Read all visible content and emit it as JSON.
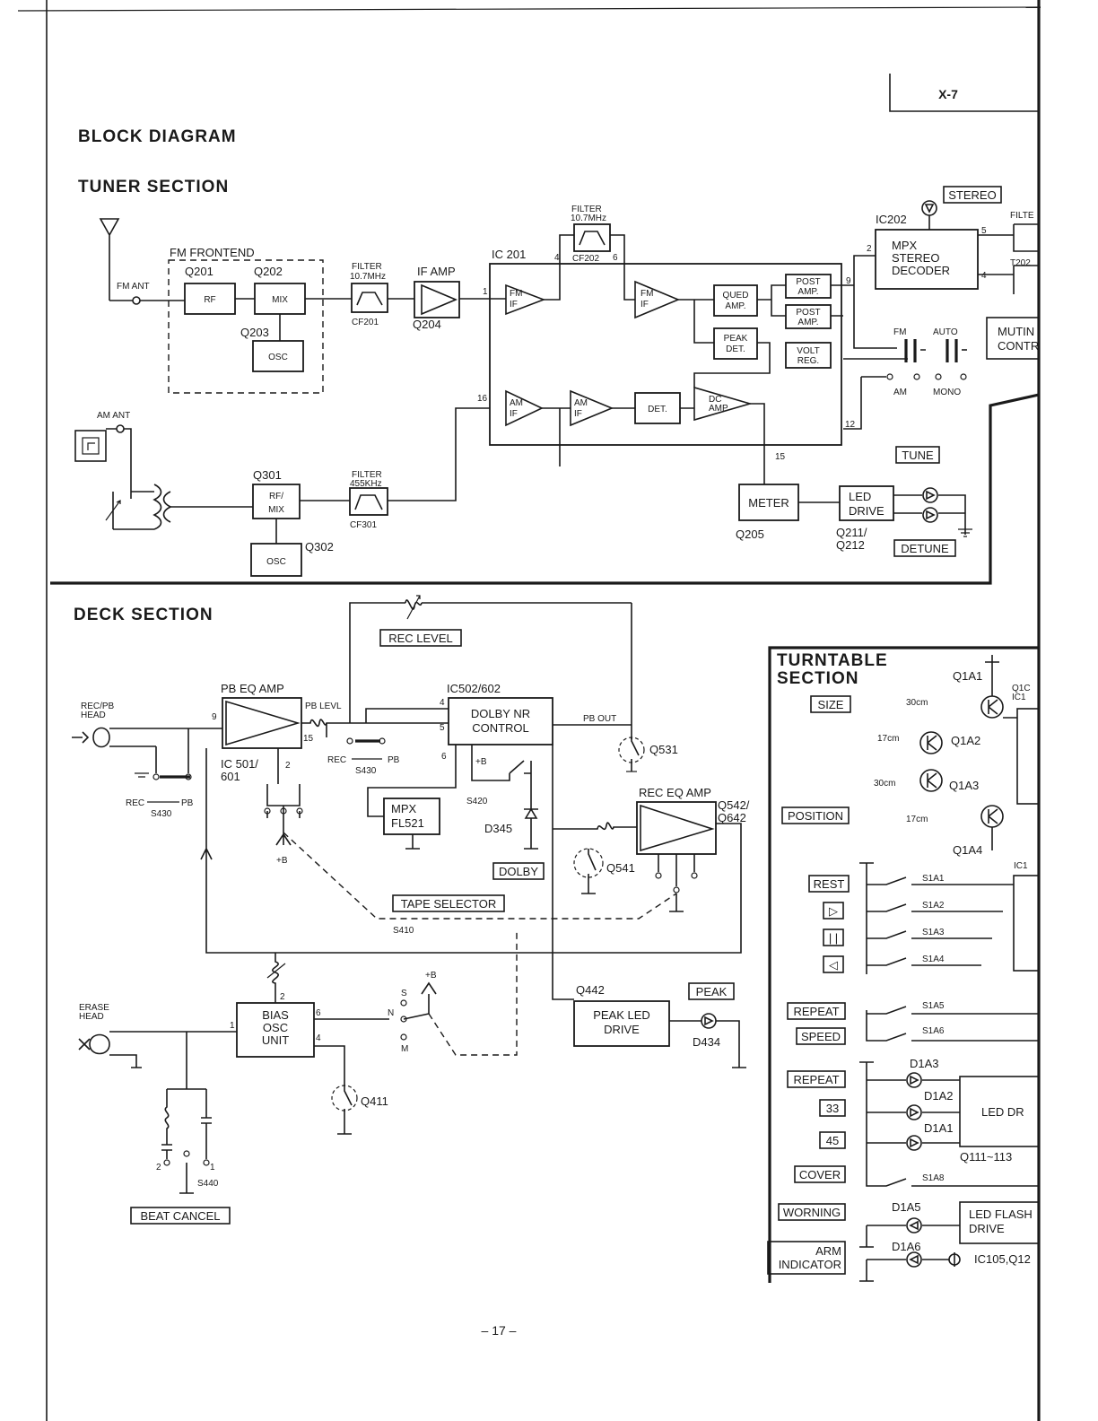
{
  "header": {
    "model": "X-7",
    "title": "BLOCK DIAGRAM",
    "page_number": "– 17 –"
  },
  "tuner": {
    "title": "TUNER SECTION",
    "fm_frontend": "FM FRONTEND",
    "fm_ant": "FM ANT",
    "am_ant": "AM ANT",
    "q201": "Q201",
    "q202": "Q202",
    "q203": "Q203",
    "q204": "Q204",
    "rf": "RF",
    "mix": "MIX",
    "osc": "OSC",
    "filter": "FILTER",
    "f107": "10.7MHz",
    "f455": "455KHz",
    "cf201": "CF201",
    "cf202": "CF202",
    "cf301": "CF301",
    "if_amp": "IF AMP",
    "ic201": "IC 201",
    "fm_if": [
      "FM",
      "IF"
    ],
    "am_if": [
      "AM",
      "IF"
    ],
    "qued_amp": [
      "QUED",
      "AMP."
    ],
    "post_amp": [
      "POST",
      "AMP."
    ],
    "peak_det": [
      "PEAK",
      "DET."
    ],
    "volt_reg": [
      "VOLT",
      "REG."
    ],
    "dc_amp": [
      "DC",
      "AMP"
    ],
    "det": "DET.",
    "q301": "Q301",
    "q302": "Q302",
    "rfmix": [
      "RF/",
      "MIX"
    ],
    "meter": "METER",
    "q205": "Q205",
    "led_drive": [
      "LED",
      "DRIVE"
    ],
    "q211": "Q211/",
    "q212": "Q212",
    "tune": "TUNE",
    "detune": "DETUNE",
    "stereo": "STEREO",
    "ic202": "IC202",
    "mpx": [
      "MPX",
      "STEREO",
      "DECODER"
    ],
    "fm": "FM",
    "auto": "AUTO",
    "am": "AM",
    "mono": "MONO",
    "filt_cut": "FILTE",
    "t202_cut": "T202",
    "muting_cut": [
      "MUTIN",
      "CONTR"
    ],
    "pins": [
      "1",
      "4",
      "6",
      "9",
      "16",
      "12",
      "15",
      "2",
      "5",
      "4"
    ]
  },
  "deck": {
    "title": "DECK SECTION",
    "rec_level": "REC LEVEL",
    "pb_eq_amp": "PB EQ AMP",
    "rec_pb_head": [
      "REC/PB",
      "HEAD"
    ],
    "pb_levl": "PB LEVL",
    "ic501": [
      "IC 501/",
      "601"
    ],
    "ic502": "IC502/602",
    "dolby_nr": [
      "DOLBY NR",
      "CONTROL"
    ],
    "pb_out": "PB OUT",
    "q531": "Q531",
    "rec": "REC",
    "pb": "PB",
    "s430": "S430",
    "plus_b": "+B",
    "mpx_fl": [
      "MPX",
      "FL521"
    ],
    "s420": "S420",
    "d345": "D345",
    "dolby": "DOLBY",
    "rec_eq_amp": "REC EQ AMP",
    "q542": [
      "Q542/",
      "Q642"
    ],
    "q541": "Q541",
    "tape_selector": "TAPE SELECTOR",
    "s410": "S410",
    "erase_head": [
      "ERASE",
      "HEAD"
    ],
    "bias": [
      "BIAS",
      "OSC",
      "UNIT"
    ],
    "s": "S",
    "n": "N",
    "m": "M",
    "q411": "Q411",
    "q442": "Q442",
    "peak_led": [
      "PEAK LED",
      "DRIVE"
    ],
    "peak": "PEAK",
    "d434": "D434",
    "s440": "S440",
    "beat_cancel": "BEAT CANCEL",
    "pins": [
      "9",
      "15",
      "2",
      "4",
      "5",
      "6",
      "1",
      "2",
      "6",
      "4",
      "2",
      "1"
    ]
  },
  "turntable": {
    "title": [
      "TURNTABLE",
      "SECTION"
    ],
    "size": "SIZE",
    "position": "POSITION",
    "q1a1": "Q1A1",
    "q1a2": "Q1A2",
    "q1a3": "Q1A3",
    "q1a4": "Q1A4",
    "cm30": "30cm",
    "cm17": "17cm",
    "rest": "REST",
    "play": "▷",
    "pause": "| |",
    "back": "◁",
    "s1a1": "S1A1",
    "s1a2": "S1A2",
    "s1a3": "S1A3",
    "s1a4": "S1A4",
    "repeat": "REPEAT",
    "speed": "SPEED",
    "s1a5": "S1A5",
    "s1a6": "S1A6",
    "d1a1": "D1A1",
    "d1a2": "D1A2",
    "d1a3": "D1A3",
    "rpm33": "33",
    "rpm45": "45",
    "led_dr": "LED DR",
    "q111": "Q111~113",
    "cover": "COVER",
    "s1a8": "S1A8",
    "worning": "WORNING",
    "d1a5": "D1A5",
    "d1a6": "D1A6",
    "led_flash": [
      "LED FLASH",
      "DRIVE"
    ],
    "ic105": "IC105,Q12",
    "arm": [
      "ARM",
      "INDICATOR"
    ],
    "qic_cut": [
      "Q1C",
      "IC1"
    ],
    "ic1_cut": "IC1"
  }
}
